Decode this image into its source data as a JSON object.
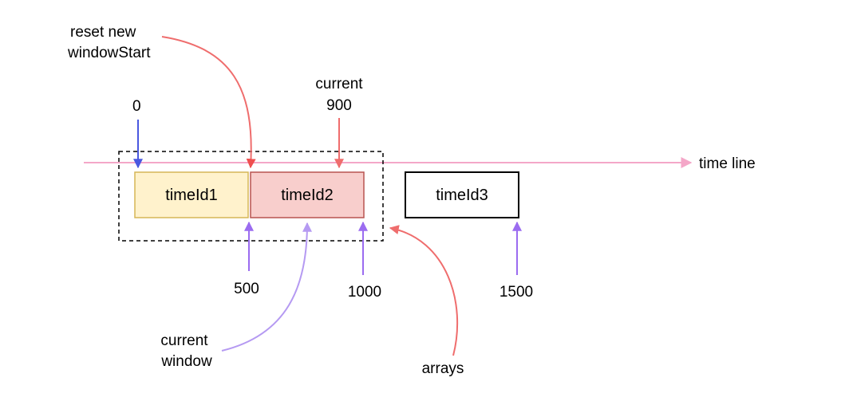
{
  "labels": {
    "reset_line1": "reset new",
    "reset_line2": "windowStart",
    "zero": "0",
    "current_line1": "current",
    "current_line2": "900",
    "time_line": "time line",
    "tick_500": "500",
    "tick_1000": "1000",
    "tick_1500": "1500",
    "current_window_line1": "current",
    "current_window_line2": "window",
    "arrays": "arrays"
  },
  "boxes": [
    {
      "label": "timeId1",
      "fill": "#fff2cc",
      "stroke": "#d6b656"
    },
    {
      "label": "timeId2",
      "fill": "#f8cecc",
      "stroke": "#b85450"
    },
    {
      "label": "timeId3",
      "fill": "#ffffff",
      "stroke": "#000000"
    }
  ],
  "colors": {
    "timeline": "#f4a7c8",
    "red_arrow": "#ef6d6d",
    "blue_arrow": "#4a58e0",
    "purple_arrow": "#9b6cf0",
    "light_purple_arrow": "#b59af2"
  }
}
